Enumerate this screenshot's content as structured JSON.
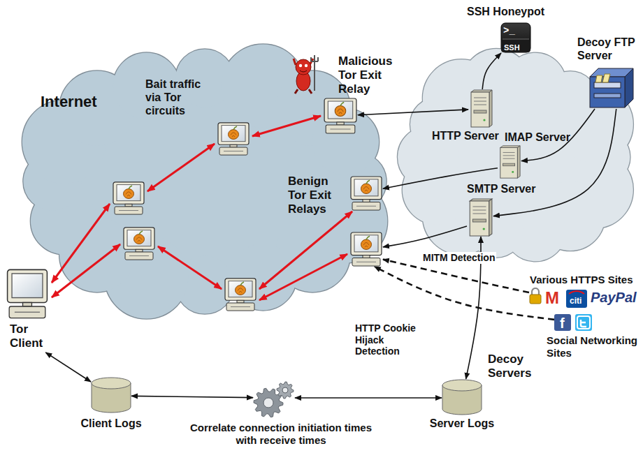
{
  "diagram": {
    "nodes": [
      {
        "text": [
          "Internet"
        ]
      },
      {
        "text": [
          "Malicious Tor Exit Relay"
        ],
        "in": 0
      },
      {
        "text": [
          "Benign Tor Exit Relays"
        ],
        "in": 0
      },
      {
        "text": [
          "Tor Client"
        ]
      },
      {
        "text": [
          "SSH Honeypot"
        ]
      },
      {
        "text": [
          "HTTP Server"
        ]
      },
      {
        "text": [
          "IMAP Server"
        ]
      },
      {
        "text": [
          "SMTP Server"
        ]
      },
      {
        "text": [
          "Decoy FTP Server"
        ]
      },
      {
        "text": [
          "Various HTTPS Sites"
        ]
      },
      {
        "text": [
          "Social Networking Sites"
        ]
      },
      {
        "text": [
          "Client Logs"
        ]
      },
      {
        "text": [
          "Correlate connection initiation times with receive times"
        ]
      },
      {
        "text": [
          "Server Logs"
        ]
      }
    ],
    "edges": [
      {
        "from": 3,
        "to": 11,
        "arrow": "both"
      },
      {
        "from": 11,
        "to": 12,
        "arrow": "both"
      },
      {
        "from": 12,
        "to": 13,
        "arrow": "both"
      },
      {
        "from": 1,
        "to": 5,
        "arrow": "both"
      },
      {
        "from": 5,
        "to": 4,
        "arrow": "to"
      },
      {
        "from": 8,
        "to": 6,
        "arrow": "to"
      },
      {
        "from": 8,
        "to": 7,
        "arrow": "to"
      },
      {
        "from": 6,
        "to": 2,
        "arrow": "to"
      },
      {
        "from": 7,
        "to": 2,
        "arrow": "to"
      },
      {
        "from": 7,
        "to": 13,
        "arrow": "both"
      },
      {
        "from": 9,
        "to": 2,
        "arrow": "to"
      },
      {
        "from": 10,
        "to": 2,
        "arrow": "to"
      }
    ],
    "labels": [
      "Bait traffic via Tor circuits",
      "MITM Detection",
      "HTTP Cookie Hijack Detection",
      "Decoy Servers",
      ">_",
      "SSH",
      "M",
      "citi",
      "PayPal",
      "f"
    ]
  }
}
